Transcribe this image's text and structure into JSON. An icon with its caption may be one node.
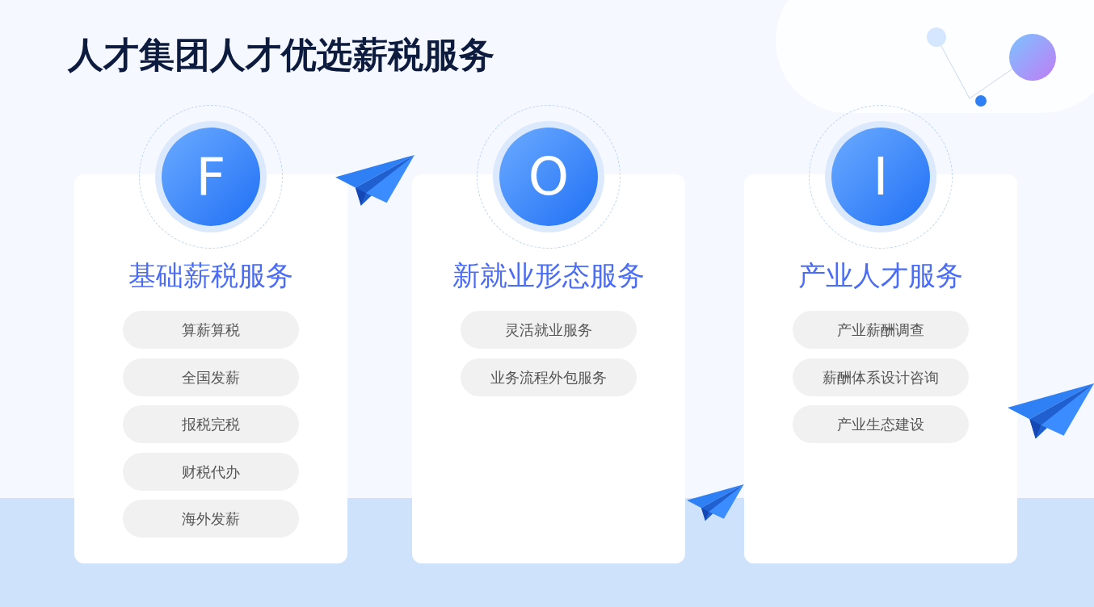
{
  "diagram": {
    "title": "人才集团人才优选薪税服务",
    "nodes": [
      {
        "text": [
          "F"
        ]
      },
      {
        "text": [
          "基础薪税服务"
        ]
      },
      {
        "text": [
          "算薪算税"
        ],
        "in": 1
      },
      {
        "text": [
          "全国发薪"
        ],
        "in": 1
      },
      {
        "text": [
          "报税完税"
        ],
        "in": 1
      },
      {
        "text": [
          "财税代办"
        ],
        "in": 1
      },
      {
        "text": [
          "海外发薪"
        ],
        "in": 1
      },
      {
        "text": [
          "O"
        ]
      },
      {
        "text": [
          "新就业形态服务"
        ]
      },
      {
        "text": [
          "灵活就业服务"
        ],
        "in": 8
      },
      {
        "text": [
          "业务流程外包服务"
        ],
        "in": 8
      },
      {
        "text": [
          "I"
        ]
      },
      {
        "text": [
          "产业人才服务"
        ]
      },
      {
        "text": [
          "产业薪酬调查"
        ],
        "in": 12
      },
      {
        "text": [
          "薪酬体系设计咨询"
        ],
        "in": 12
      },
      {
        "text": [
          "产业生态建设"
        ],
        "in": 12
      }
    ],
    "edges": []
  }
}
